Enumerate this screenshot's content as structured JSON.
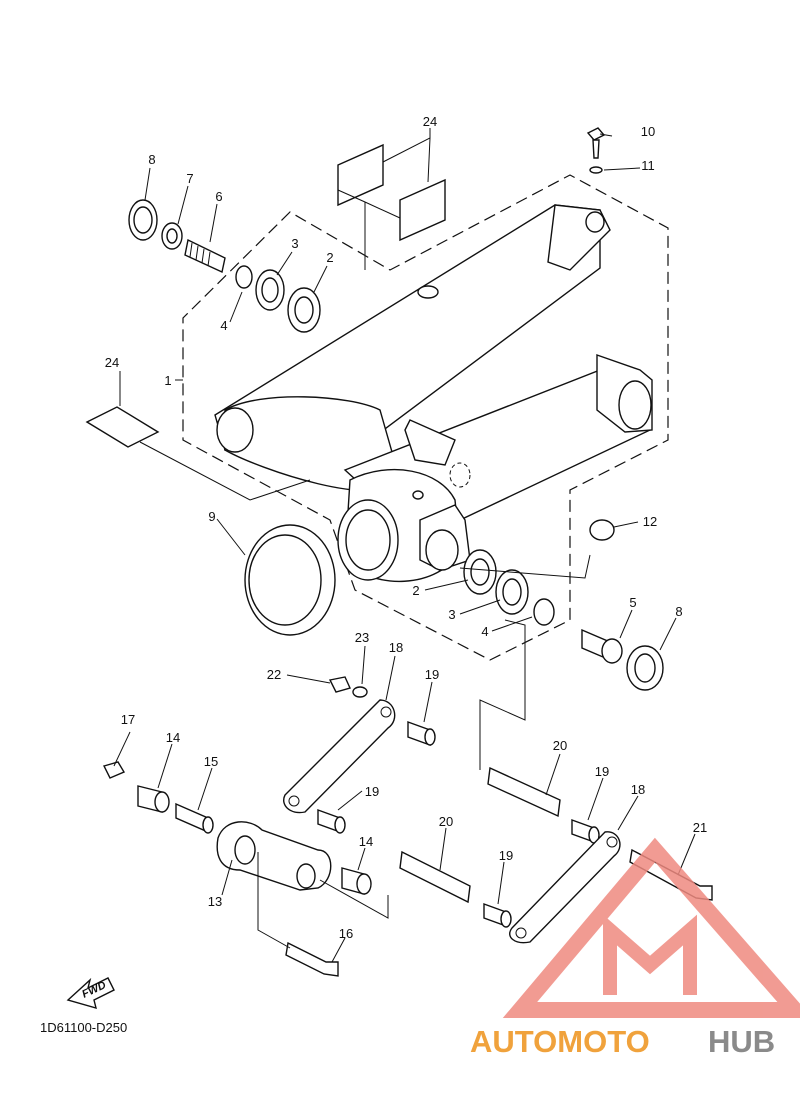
{
  "diagram": {
    "code": "1D61100-D250",
    "direction_label": "FWD",
    "callouts": {
      "c1": "1",
      "c2a": "2",
      "c2b": "2",
      "c3a": "3",
      "c3b": "3",
      "c4a": "4",
      "c4b": "4",
      "c5": "5",
      "c6": "6",
      "c7": "7",
      "c8a": "8",
      "c8b": "8",
      "c9": "9",
      "c10": "10",
      "c11": "11",
      "c12": "12",
      "c13": "13",
      "c14a": "14",
      "c14b": "14",
      "c15": "15",
      "c16": "16",
      "c17": "17",
      "c18a": "18",
      "c18b": "18",
      "c19a": "19",
      "c19b": "19",
      "c19c": "19",
      "c19d": "19",
      "c20a": "20",
      "c20b": "20",
      "c21": "21",
      "c22": "22",
      "c23": "23",
      "c24a": "24",
      "c24b": "24"
    }
  },
  "watermark": {
    "part1": "AUTOMOTO",
    "part2": "HUB",
    "color_primary": "#f0a23c",
    "color_secondary": "#8a8a8a",
    "logo_color": "#ef8a80"
  }
}
